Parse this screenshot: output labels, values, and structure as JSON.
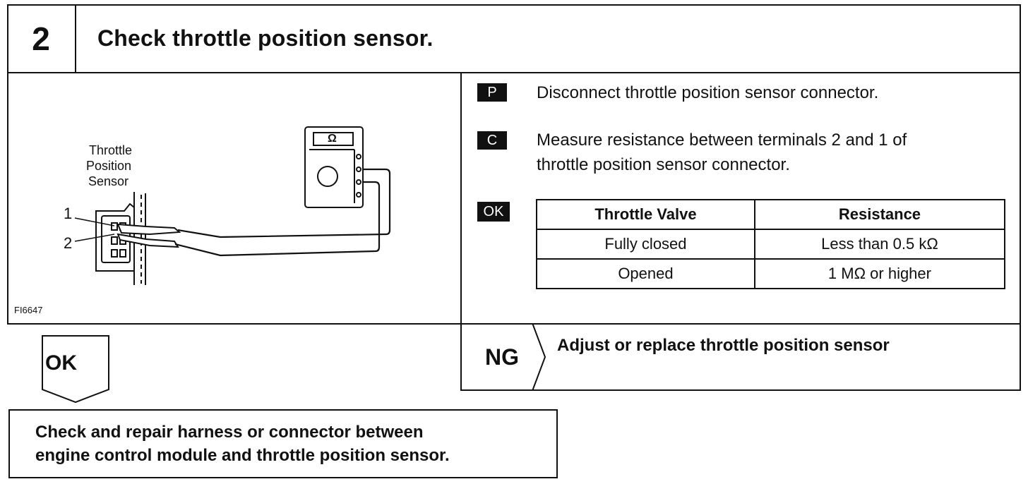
{
  "step": {
    "number": "2",
    "title": "Check throttle position sensor."
  },
  "diagram": {
    "sensor_label_line1": "Throttle",
    "sensor_label_line2": "Position",
    "sensor_label_line3": "Sensor",
    "terminal_1": "1",
    "terminal_2": "2",
    "meter_symbol": "Ω",
    "figure_id": "FI6647"
  },
  "instructions": {
    "prep_badge": "P",
    "prep_text": "Disconnect throttle position sensor connector.",
    "check_badge": "C",
    "check_text_line1": "Measure resistance between terminals 2 and 1 of",
    "check_text_line2": "throttle position sensor connector.",
    "ok_badge": "OK"
  },
  "spec_table": {
    "headers": [
      "Throttle Valve",
      "Resistance"
    ],
    "rows": [
      [
        "Fully closed",
        "Less than 0.5 kΩ"
      ],
      [
        "Opened",
        "1 MΩ or higher"
      ]
    ]
  },
  "ng_branch": {
    "label": "NG",
    "text": "Adjust or replace throttle position sensor"
  },
  "ok_branch": {
    "label": "OK",
    "next_line1": "Check and repair harness or connector between",
    "next_line2": "engine control module and throttle position sensor."
  }
}
